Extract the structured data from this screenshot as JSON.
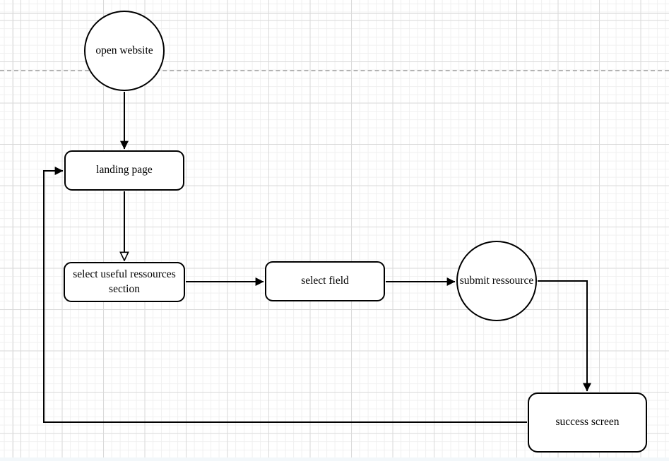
{
  "canvas": {
    "background_color": "#ffffff",
    "grid_minor_color": "#f0f0f0",
    "grid_major_color": "#dadada",
    "page_divider_color": "#b3b3b3",
    "stroke_color": "#000000"
  },
  "nodes": {
    "open_website": {
      "label": "open website",
      "shape": "circle"
    },
    "landing_page": {
      "label": "landing page",
      "shape": "rounded-rect"
    },
    "select_ressources": {
      "label": "select useful ressources section",
      "shape": "rounded-rect"
    },
    "select_field": {
      "label": "select field",
      "shape": "rounded-rect"
    },
    "submit_ressource": {
      "label": "submit ressource",
      "shape": "circle"
    },
    "success_screen": {
      "label": "success screen",
      "shape": "rounded-rect"
    }
  },
  "connectors": [
    {
      "from": "open_website",
      "to": "landing_page",
      "arrow": "solid"
    },
    {
      "from": "landing_page",
      "to": "select_ressources",
      "arrow": "open"
    },
    {
      "from": "select_ressources",
      "to": "select_field",
      "arrow": "solid"
    },
    {
      "from": "select_field",
      "to": "submit_ressource",
      "arrow": "solid"
    },
    {
      "from": "submit_ressource",
      "to": "success_screen",
      "arrow": "solid"
    },
    {
      "from": "success_screen",
      "to": "landing_page",
      "arrow": "solid"
    }
  ]
}
